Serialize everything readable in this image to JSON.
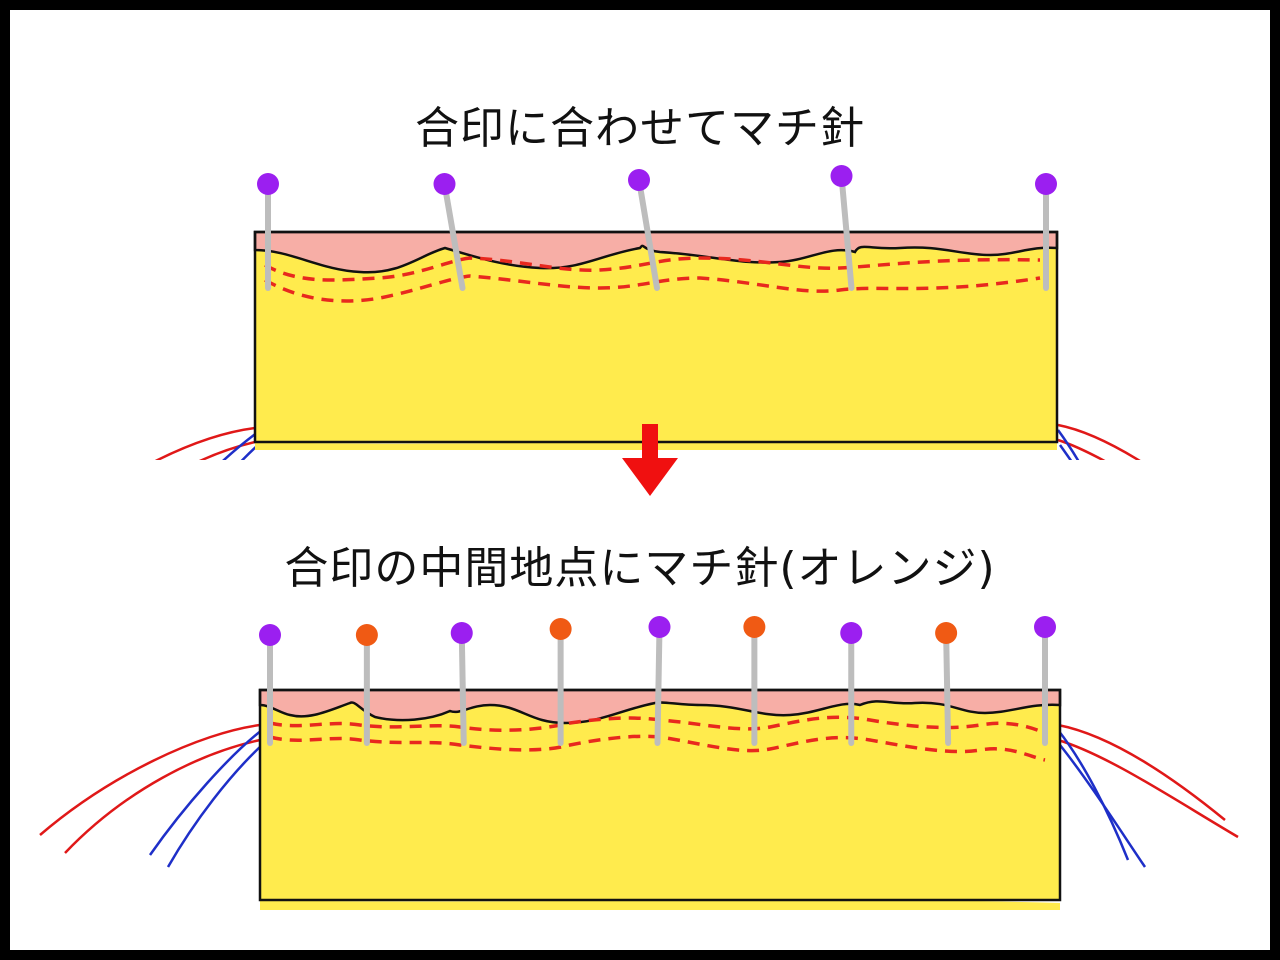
{
  "captions": {
    "top": "合印に合わせてマチ針",
    "bottom": "合印の中間地点にマチ針(オレンジ)"
  },
  "colors": {
    "fabric_yellow": "#FFEB4D",
    "fabric_pink": "#F7AEA6",
    "stitch_red": "#E8281E",
    "thread_red": "#E01818",
    "thread_blue": "#1E2FC8",
    "pin_purple": "#9B1FF0",
    "pin_orange": "#F05A14",
    "pin_shaft": "#BDBDBD",
    "arrow_red": "#F01010",
    "outline": "#111111"
  },
  "panels": [
    {
      "id": "top",
      "pins": [
        "purple",
        "purple",
        "purple",
        "purple",
        "purple"
      ]
    },
    {
      "id": "bottom",
      "pins": [
        "purple",
        "orange",
        "purple",
        "orange",
        "purple",
        "orange",
        "purple",
        "orange",
        "purple"
      ]
    }
  ],
  "icons": {
    "arrow": "down-arrow-icon"
  }
}
